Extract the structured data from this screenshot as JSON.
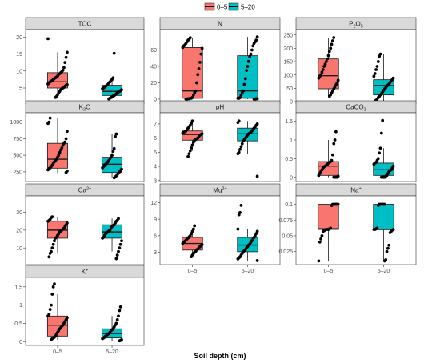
{
  "colors": {
    "group_0_5": "#F8766D",
    "group_5_20": "#00BFC4",
    "strip": "#D9D9D9",
    "point": "#000000"
  },
  "legend": {
    "items": [
      "0–5",
      "5–20"
    ]
  },
  "xlabel": "Soil depth (cm)",
  "chart_data": [
    {
      "type": "box",
      "title": "TOC",
      "title_sup": "",
      "categories": [
        "0–5",
        "5–20"
      ],
      "yticks": [
        5,
        10,
        15,
        20
      ],
      "ylim": [
        1,
        21
      ],
      "boxes": [
        {
          "name": "0–5",
          "min": 2.2,
          "q1": 5,
          "median": 6.8,
          "q3": 9.5,
          "max": 15.5,
          "points": [
            19.5,
            15.5,
            14,
            12.5,
            11,
            10.2,
            9.8,
            9.5,
            9.2,
            9,
            8.5,
            8.2,
            8,
            7.8,
            7.5,
            7.2,
            7,
            6.8,
            6.5,
            6.2,
            6,
            5.8,
            5.5,
            5.2,
            5,
            4.8,
            4.5,
            4,
            3.5,
            3,
            2.5,
            2.2
          ]
        },
        {
          "name": "5–20",
          "min": 1.8,
          "q1": 2.8,
          "median": 4,
          "q3": 5.8,
          "max": 8,
          "points": [
            15.2,
            8,
            7.5,
            7.2,
            6.8,
            6.5,
            6,
            5.8,
            5.5,
            5.2,
            5,
            4.8,
            4.5,
            4.2,
            4,
            3.8,
            3.5,
            3.3,
            3,
            2.8,
            2.6,
            2.4,
            2.2,
            2,
            1.8
          ]
        }
      ]
    },
    {
      "type": "box",
      "title": "N",
      "title_sup": "",
      "categories": [
        "0–5",
        "5–20"
      ],
      "yticks": [
        0,
        20,
        40,
        60
      ],
      "ylim": [
        -3,
        80
      ],
      "boxes": [
        {
          "name": "0–5",
          "min": 0,
          "q1": 1,
          "median": 10,
          "q3": 63,
          "max": 75,
          "points": [
            75,
            73,
            72,
            70,
            68,
            66,
            65,
            63,
            62,
            55,
            45,
            37,
            30,
            20,
            10,
            8,
            5,
            2,
            1,
            1,
            0.5,
            0.5,
            0,
            0
          ]
        },
        {
          "name": "5–20",
          "min": 0,
          "q1": 1,
          "median": 10,
          "q3": 53,
          "max": 76,
          "points": [
            76,
            72,
            70,
            68,
            65,
            60,
            55,
            52,
            46,
            40,
            35,
            25,
            18,
            10,
            8,
            5,
            2,
            1,
            1,
            0.5,
            0.5,
            0,
            0
          ]
        }
      ]
    },
    {
      "type": "box",
      "title": "P",
      "title_sub": "2",
      "title_rest": "O",
      "title_sub2": "5",
      "categories": [
        "0–5",
        "5–20"
      ],
      "yticks": [
        0,
        50,
        100,
        150,
        200,
        250
      ],
      "ylim": [
        0,
        255
      ],
      "boxes": [
        {
          "name": "0–5",
          "min": 20,
          "q1": 48,
          "median": 97,
          "q3": 160,
          "max": 240,
          "points": [
            240,
            228,
            215,
            200,
            188,
            172,
            160,
            150,
            140,
            132,
            120,
            110,
            100,
            95,
            88,
            80,
            70,
            62,
            55,
            48,
            40,
            32,
            25,
            20
          ]
        },
        {
          "name": "5–20",
          "min": 0,
          "q1": 25,
          "median": 60,
          "q3": 82,
          "max": 178,
          "points": [
            178,
            170,
            150,
            132,
            120,
            105,
            95,
            88,
            82,
            78,
            72,
            66,
            62,
            58,
            52,
            48,
            42,
            36,
            30,
            25,
            20,
            15,
            10,
            5,
            2
          ]
        }
      ]
    },
    {
      "type": "box",
      "title": "K",
      "title_sub": "2",
      "title_rest": "O",
      "categories": [
        "0–5",
        "5–20"
      ],
      "yticks": [
        250,
        500,
        750,
        1000
      ],
      "ylim": [
        140,
        1080
      ],
      "boxes": [
        {
          "name": "0–5",
          "min": 235,
          "q1": 305,
          "median": 440,
          "q3": 680,
          "max": 1060,
          "points": [
            1060,
            1000,
            980,
            860,
            750,
            700,
            680,
            650,
            610,
            580,
            540,
            500,
            470,
            440,
            420,
            400,
            380,
            350,
            330,
            310,
            300,
            280,
            260,
            240
          ]
        },
        {
          "name": "5–20",
          "min": 160,
          "q1": 240,
          "median": 365,
          "q3": 470,
          "max": 820,
          "points": [
            820,
            780,
            600,
            560,
            500,
            470,
            450,
            420,
            400,
            380,
            365,
            345,
            330,
            310,
            290,
            270,
            250,
            230,
            210,
            190,
            175,
            160
          ]
        }
      ]
    },
    {
      "type": "box",
      "title": "pH",
      "title_sup": "",
      "categories": [
        "0–5",
        "5–20"
      ],
      "yticks": [
        3,
        4,
        5,
        6,
        7
      ],
      "ylim": [
        3.1,
        7.5
      ],
      "boxes": [
        {
          "name": "0–5",
          "min": 5.1,
          "q1": 5.85,
          "median": 6.25,
          "q3": 6.5,
          "max": 7.2,
          "points": [
            7.2,
            7.05,
            6.9,
            6.8,
            6.7,
            6.6,
            6.5,
            6.45,
            6.4,
            6.35,
            6.3,
            6.25,
            6.2,
            6.1,
            6,
            5.95,
            5.9,
            5.85,
            5.7,
            5.5,
            5.3,
            5.1,
            4.9,
            4.7
          ]
        },
        {
          "name": "5–20",
          "min": 4.9,
          "q1": 5.8,
          "median": 6.3,
          "q3": 6.7,
          "max": 7.2,
          "points": [
            7.2,
            7.1,
            7,
            6.9,
            6.8,
            6.7,
            6.6,
            6.5,
            6.4,
            6.35,
            6.3,
            6.2,
            6.1,
            6,
            5.9,
            5.8,
            5.6,
            5.4,
            5.2,
            5,
            4.9,
            3.3
          ]
        }
      ]
    },
    {
      "type": "box",
      "title": "CaCO",
      "title_sub": "3",
      "categories": [
        "0–5",
        "5–20"
      ],
      "yticks": [
        0,
        0.5,
        1,
        1.5
      ],
      "ylim": [
        -0.05,
        1.62
      ],
      "boxes": [
        {
          "name": "0–5",
          "min": 0,
          "q1": 0.05,
          "median": 0.3,
          "q3": 0.42,
          "max": 1,
          "points": [
            1.22,
            1,
            0.9,
            0.6,
            0.45,
            0.42,
            0.4,
            0.38,
            0.35,
            0.32,
            0.3,
            0.28,
            0.25,
            0.2,
            0.15,
            0.1,
            0.05,
            0.03,
            0,
            0,
            0,
            0
          ]
        },
        {
          "name": "5–20",
          "min": 0,
          "q1": 0.05,
          "median": 0.2,
          "q3": 0.38,
          "max": 0.78,
          "points": [
            1.52,
            1.18,
            0.78,
            0.65,
            0.5,
            0.45,
            0.4,
            0.38,
            0.35,
            0.3,
            0.25,
            0.2,
            0.18,
            0.15,
            0.1,
            0.05,
            0.03,
            0,
            0,
            0,
            0
          ]
        }
      ]
    },
    {
      "type": "box",
      "title": "Ca",
      "title_sup": "2+",
      "categories": [
        "0–5",
        "5–20"
      ],
      "yticks": [
        10,
        20,
        30
      ],
      "ylim": [
        2,
        37
      ],
      "boxes": [
        {
          "name": "0–5",
          "min": 7,
          "q1": 15.5,
          "median": 20,
          "q3": 25,
          "max": 27.5,
          "points": [
            27.5,
            27,
            26,
            25.5,
            25,
            24,
            23,
            22,
            21,
            20.5,
            20,
            19.5,
            19,
            18,
            17,
            16,
            15.5,
            14,
            12,
            10,
            8,
            7,
            5
          ]
        },
        {
          "name": "5–20",
          "min": 8,
          "q1": 15.5,
          "median": 19,
          "q3": 23,
          "max": 26.5,
          "points": [
            26.5,
            25.5,
            25,
            24,
            23,
            22.5,
            22,
            21,
            20,
            19.5,
            19,
            18.5,
            18,
            17,
            16,
            15.5,
            14,
            12,
            10,
            8,
            6,
            4
          ]
        }
      ]
    },
    {
      "type": "box",
      "title": "Mg",
      "title_sup": "2+",
      "categories": [
        "0–5",
        "5–20"
      ],
      "yticks": [
        3,
        6,
        9,
        12
      ],
      "ylim": [
        1.2,
        12.5
      ],
      "boxes": [
        {
          "name": "0–5",
          "min": 2.2,
          "q1": 3.4,
          "median": 4.6,
          "q3": 5.7,
          "max": 7.2,
          "points": [
            7.8,
            7.2,
            6.8,
            6.4,
            6,
            5.8,
            5.6,
            5.4,
            5.2,
            5,
            4.8,
            4.6,
            4.4,
            4.2,
            4,
            3.8,
            3.6,
            3.4,
            3.2,
            3,
            2.8,
            2.5,
            2.2
          ]
        },
        {
          "name": "5–20",
          "min": 1.5,
          "q1": 3.1,
          "median": 4.3,
          "q3": 5.7,
          "max": 7.2,
          "points": [
            11.5,
            10.2,
            9.8,
            7.2,
            6.8,
            6.4,
            6,
            5.7,
            5.4,
            5.1,
            4.8,
            4.5,
            4.3,
            4,
            3.8,
            3.5,
            3.3,
            3.1,
            2.8,
            2.5,
            2.2,
            2,
            1.8,
            1.5
          ]
        }
      ]
    },
    {
      "type": "box",
      "title": "Na",
      "title_sup": "+",
      "categories": [
        "0–5",
        "5–20"
      ],
      "yticks": [
        0.025,
        0.05,
        0.075,
        0.1
      ],
      "ylim": [
        0.008,
        0.107
      ],
      "boxes": [
        {
          "name": "0–5",
          "min": 0.01,
          "q1": 0.06,
          "median": 0.061,
          "q3": 0.1,
          "max": 0.1,
          "points": [
            0.1,
            0.1,
            0.1,
            0.1,
            0.1,
            0.1,
            0.098,
            0.062,
            0.061,
            0.06,
            0.06,
            0.06,
            0.059,
            0.058,
            0.057,
            0.05,
            0.045,
            0.04,
            0.01
          ]
        },
        {
          "name": "5–20",
          "min": 0.01,
          "q1": 0.06,
          "median": 0.06,
          "q3": 0.1,
          "max": 0.1,
          "points": [
            0.1,
            0.1,
            0.1,
            0.1,
            0.1,
            0.1,
            0.098,
            0.062,
            0.061,
            0.06,
            0.06,
            0.06,
            0.059,
            0.057,
            0.055,
            0.035,
            0.03,
            0.025,
            0.012,
            0.01
          ]
        }
      ]
    },
    {
      "type": "box",
      "title": "K",
      "title_sup": "+",
      "categories": [
        "0–5",
        "5–20"
      ],
      "yticks": [
        0,
        0.5,
        1,
        1.5
      ],
      "ylim": [
        -0.04,
        1.65
      ],
      "boxes": [
        {
          "name": "0–5",
          "min": 0.05,
          "q1": 0.15,
          "median": 0.45,
          "q3": 0.7,
          "max": 1.3,
          "points": [
            1.58,
            1.5,
            1.3,
            1.0,
            0.88,
            0.75,
            0.7,
            0.65,
            0.6,
            0.55,
            0.5,
            0.45,
            0.42,
            0.38,
            0.35,
            0.3,
            0.25,
            0.2,
            0.15,
            0.12,
            0.1,
            0.08,
            0.05
          ]
        },
        {
          "name": "5–20",
          "min": 0.02,
          "q1": 0.1,
          "median": 0.22,
          "q3": 0.35,
          "max": 0.7,
          "points": [
            0.95,
            0.85,
            0.7,
            0.6,
            0.5,
            0.45,
            0.4,
            0.35,
            0.32,
            0.3,
            0.25,
            0.22,
            0.2,
            0.18,
            0.15,
            0.12,
            0.1,
            0.08,
            0.05,
            0.03,
            0.02
          ]
        }
      ]
    }
  ]
}
